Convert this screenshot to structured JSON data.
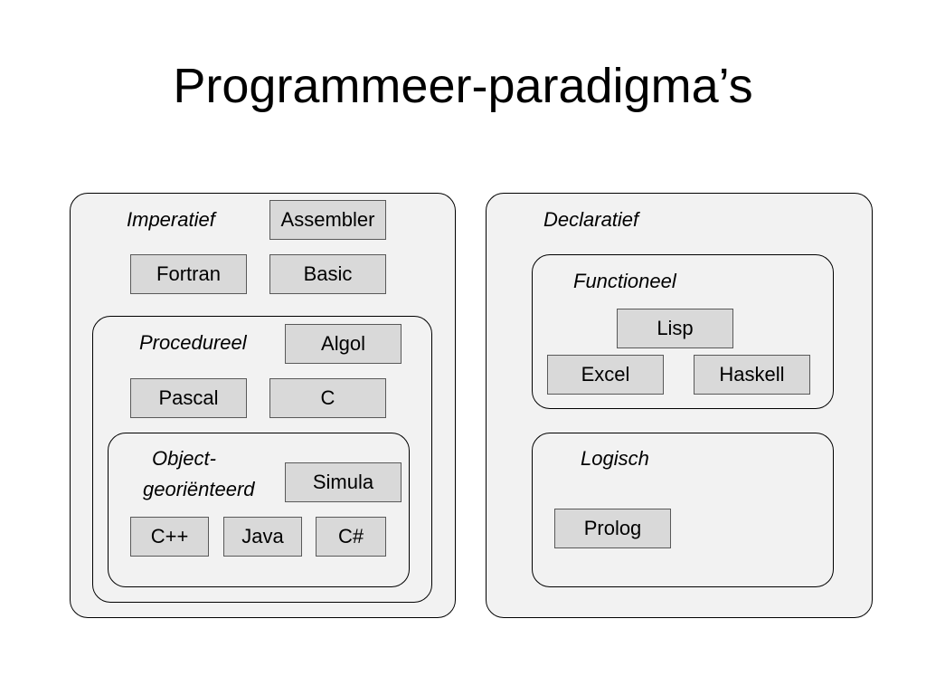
{
  "title": "Programmeer-paradigma’s",
  "imperative": {
    "label": "Imperatief",
    "languages": [
      "Assembler",
      "Fortran",
      "Basic"
    ],
    "procedural": {
      "label": "Procedureel",
      "languages": [
        "Algol",
        "Pascal",
        "C"
      ],
      "object_oriented": {
        "label_line1": "Object-",
        "label_line2": "georiënteerd",
        "languages": [
          "Simula",
          "C++",
          "Java",
          "C#"
        ]
      }
    }
  },
  "declarative": {
    "label": "Declaratief",
    "functional": {
      "label": "Functioneel",
      "languages": [
        "Lisp",
        "Excel",
        "Haskell"
      ]
    },
    "logical": {
      "label": "Logisch",
      "languages": [
        "Prolog"
      ]
    }
  },
  "colors": {
    "group_fill": "#f2f2f2",
    "box_fill": "#d9d9d9",
    "box_border": "#595959"
  }
}
